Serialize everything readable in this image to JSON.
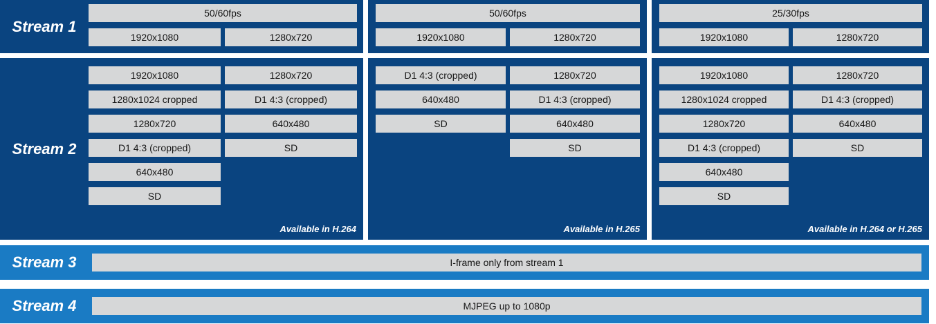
{
  "colors": {
    "panel_blue": "#0a4480",
    "bar_blue": "#1a7bc4",
    "chip_gray": "#d6d7d8",
    "text_dark": "#161616",
    "text_light": "#ffffff",
    "background": "#ffffff"
  },
  "rows": {
    "stream1": {
      "label": "Stream 1",
      "panels": [
        {
          "fps": "50/60fps",
          "resolutions": [
            "1920x1080",
            "1280x720"
          ]
        },
        {
          "fps": "50/60fps",
          "resolutions": [
            "1920x1080",
            "1280x720"
          ]
        },
        {
          "fps": "25/30fps",
          "resolutions": [
            "1920x1080",
            "1280x720"
          ]
        }
      ]
    },
    "stream2": {
      "label": "Stream 2",
      "panels": [
        {
          "column_left": [
            "1920x1080",
            "1280x1024 cropped",
            "1280x720",
            "D1 4:3 (cropped)",
            "640x480",
            "SD"
          ],
          "column_right": [
            "1280x720",
            "D1 4:3 (cropped)",
            "640x480",
            "SD"
          ],
          "availability": "Available in H.264"
        },
        {
          "column_left": [
            "D1 4:3 (cropped)",
            "640x480",
            "SD"
          ],
          "column_right": [
            "1280x720",
            "D1 4:3 (cropped)",
            "640x480",
            "SD"
          ],
          "availability": "Available in H.265"
        },
        {
          "column_left": [
            "1920x1080",
            "1280x1024 cropped",
            "1280x720",
            "D1 4:3 (cropped)",
            "640x480",
            "SD"
          ],
          "column_right": [
            "1280x720",
            "D1 4:3 (cropped)",
            "640x480",
            "SD"
          ],
          "availability": "Available in H.264 or H.265"
        }
      ]
    },
    "stream3": {
      "label": "Stream 3",
      "value": "I-frame only from stream 1"
    },
    "stream4": {
      "label": "Stream 4",
      "value": "MJPEG up to 1080p"
    }
  }
}
